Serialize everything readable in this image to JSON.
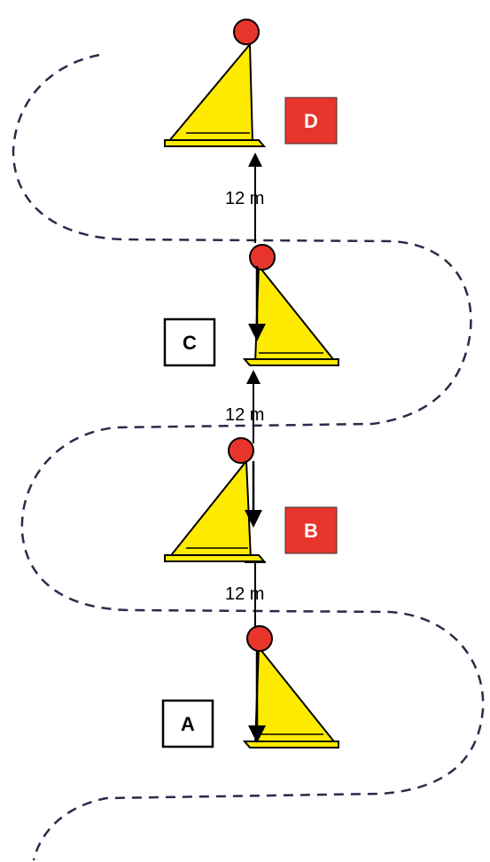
{
  "diagram": {
    "stations": [
      {
        "label": "D",
        "style": "filled",
        "fill": "#e8352b",
        "text_color": "#ffffff"
      },
      {
        "label": "C",
        "style": "outlined",
        "fill": "#ffffff",
        "text_color": "#000000"
      },
      {
        "label": "B",
        "style": "filled",
        "fill": "#e8352b",
        "text_color": "#ffffff"
      },
      {
        "label": "A",
        "style": "outlined",
        "fill": "#ffffff",
        "text_color": "#000000"
      }
    ],
    "distances": [
      {
        "between": "C-D",
        "text": "12 m"
      },
      {
        "between": "B-C",
        "text": "12 m"
      },
      {
        "between": "A-B",
        "text": "12 m"
      }
    ],
    "colors": {
      "cone": "#ffeb00",
      "cone_ball": "#e8352b",
      "path": "#2a2a4a",
      "arrow": "#000000"
    }
  }
}
